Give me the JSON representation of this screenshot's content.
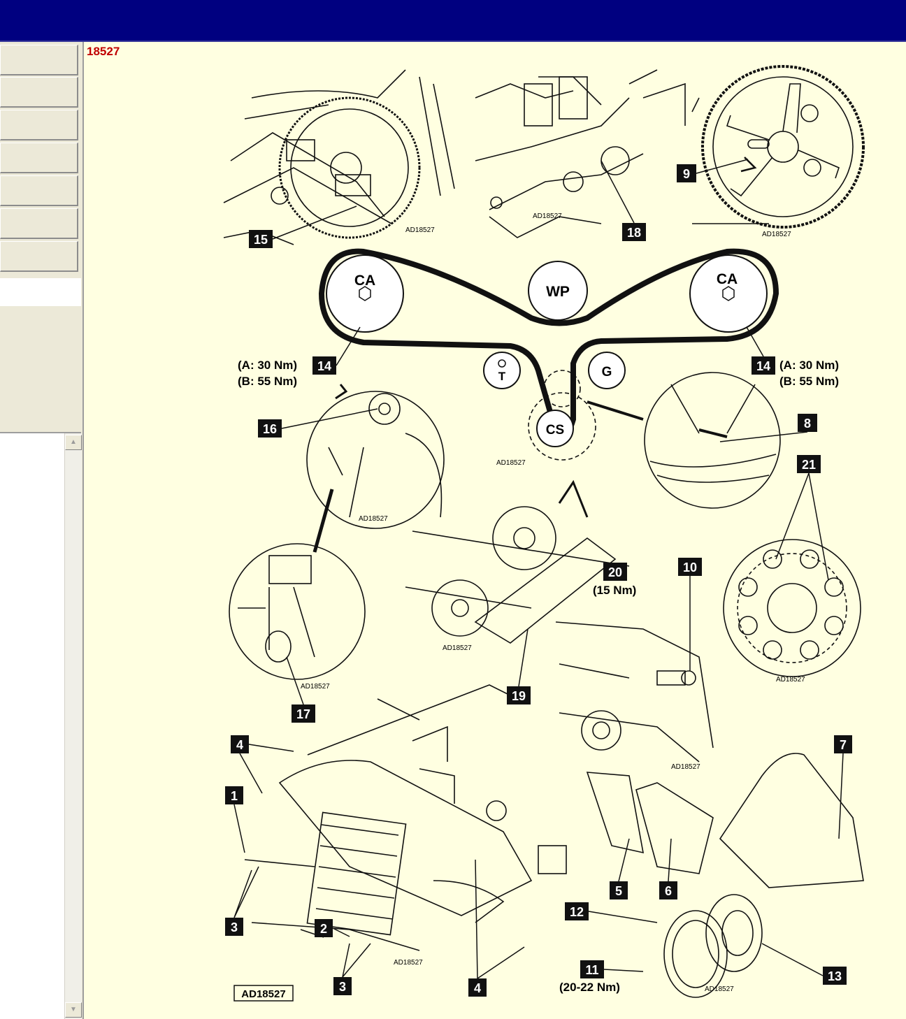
{
  "window": {
    "document_number": "18527"
  },
  "diagram": {
    "ref_code": "AD18527",
    "callouts": [
      "1",
      "2",
      "3",
      "3",
      "3",
      "4",
      "4",
      "5",
      "6",
      "7",
      "8",
      "9",
      "10",
      "11",
      "12",
      "13",
      "14",
      "14",
      "15",
      "16",
      "17",
      "18",
      "19",
      "20",
      "21"
    ],
    "pulleys": {
      "ca": "CA",
      "wp": "WP",
      "g": "G",
      "cs": "CS",
      "t": "T"
    },
    "torque": {
      "cam_a": "(A: 30 Nm)",
      "cam_b": "(B: 55 Nm)",
      "tensioner": "(15 Nm)",
      "bolt": "(20-22 Nm)"
    }
  },
  "icons": [
    "scroll-up-arrow-icon",
    "scroll-down-arrow-icon"
  ],
  "colors": {
    "titlebar": "#000080",
    "background": "#ffffe1",
    "doc_number": "#c00000"
  }
}
